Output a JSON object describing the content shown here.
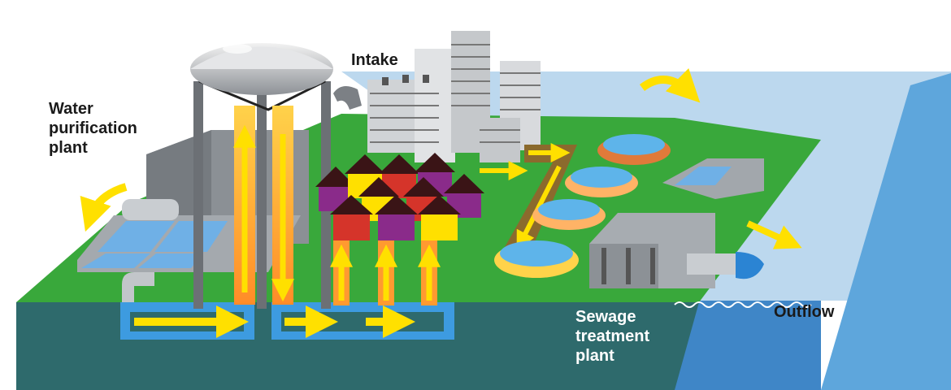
{
  "labels": {
    "water_purification": [
      "Water",
      "purification",
      "plant"
    ],
    "intake": "Intake",
    "sewage_treatment": [
      "Sewage",
      "treatment",
      "plant"
    ],
    "outflow": "Outflow"
  },
  "colors": {
    "ground_green": "#3aa63a",
    "water_top": "#b7d6ec",
    "water_side": "#5fa3d8",
    "underground": "#2f6d6f",
    "pipe_blue": "#3d9be0",
    "flow_yellow": "#ffe000",
    "flow_orange": "#ff9a30",
    "building_gray": "#9aa0a6",
    "sewage_brown": "#8b6a2d"
  }
}
